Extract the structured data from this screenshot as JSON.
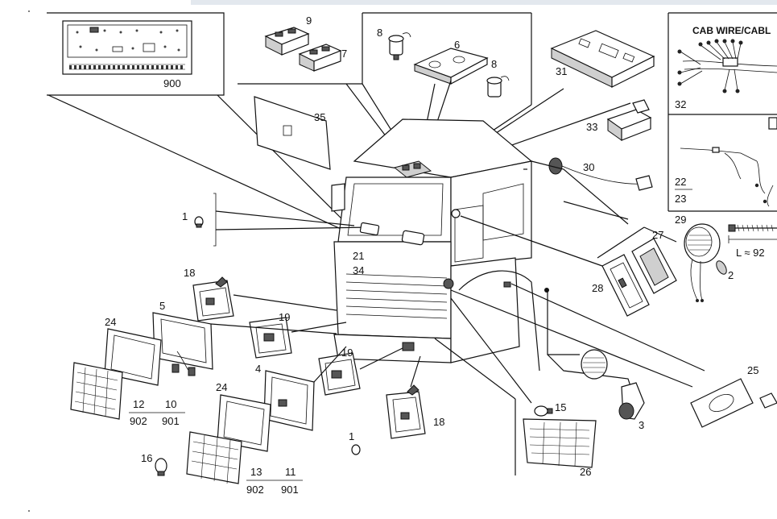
{
  "diagram": {
    "panels": {
      "cab_wire": "CAB WIRE/CABL"
    },
    "callouts": {
      "c900": "900",
      "c9": "9",
      "c7": "7",
      "c8a": "8",
      "c6": "6",
      "c8b": "8",
      "c31": "31",
      "c32": "32",
      "c35": "35",
      "c33": "33",
      "c30": "30",
      "c22": "22",
      "c23": "23",
      "c1a": "1",
      "c29": "29",
      "c27": "27",
      "c92": "L ≈ 92",
      "c2": "2",
      "c21": "21",
      "c34": "34",
      "c28": "28",
      "c18a": "18",
      "c5": "5",
      "c19a": "19",
      "c24a": "24",
      "c19b": "19",
      "c4": "4",
      "c12": "12",
      "c10": "10",
      "c902a": "902",
      "c901a": "901",
      "c24b": "24",
      "c25": "25",
      "c15": "15",
      "c3": "3",
      "c18b": "18",
      "c1b": "1",
      "c16": "16",
      "c13": "13",
      "c11": "11",
      "c902b": "902",
      "c901b": "901",
      "c26": "26"
    }
  }
}
